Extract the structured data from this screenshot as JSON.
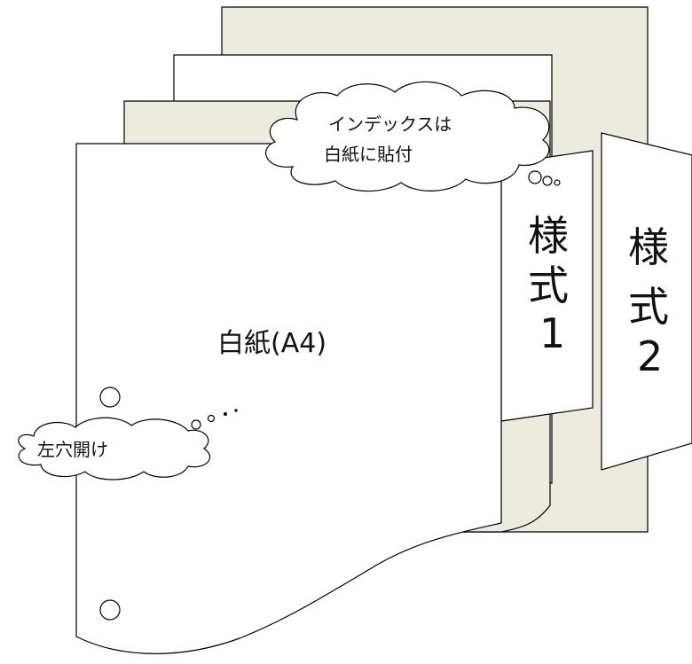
{
  "main_sheet": {
    "label": "白紙(A4)"
  },
  "tabs": [
    {
      "chars": [
        "様",
        "式",
        "1"
      ]
    },
    {
      "chars": [
        "様",
        "式",
        "2"
      ]
    }
  ],
  "callouts": {
    "index_note": [
      "インデックスは",
      "白紙に貼付"
    ],
    "hole_note": "左穴開け"
  }
}
